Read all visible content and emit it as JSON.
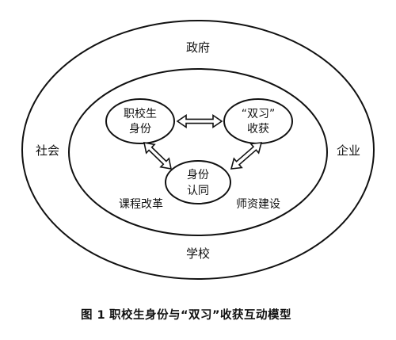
{
  "diagram": {
    "outer_labels": {
      "top": "政府",
      "left": "社会",
      "right": "企业",
      "bottom": "学校"
    },
    "inner_labels": {
      "left": "课程改革",
      "right": "师资建设"
    },
    "nodes": {
      "identity": {
        "line1": "职校生",
        "line2": "身份"
      },
      "harvest": {
        "line1": "“双习”",
        "line2": "收获"
      },
      "recognition": {
        "line1": "身份",
        "line2": "认同"
      }
    },
    "caption": {
      "figure_number": "图 1",
      "title": "职校生身份与“双习”收获互动模型"
    }
  }
}
